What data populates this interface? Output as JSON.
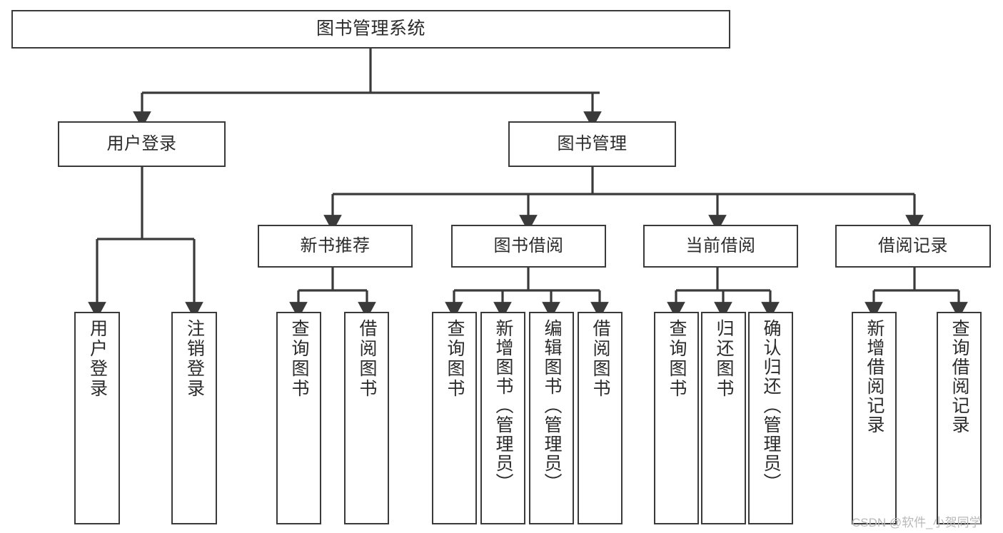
{
  "diagram": {
    "title": "图书管理系统",
    "type": "function-structure-tree",
    "root": {
      "label": "图书管理系统"
    },
    "level2": [
      {
        "label": "用户登录"
      },
      {
        "label": "图书管理"
      }
    ],
    "level3": [
      {
        "label": "新书推荐"
      },
      {
        "label": "图书借阅"
      },
      {
        "label": "当前借阅"
      },
      {
        "label": "借阅记录"
      }
    ],
    "leaves": {
      "user_login": [
        {
          "label": "用户登录"
        },
        {
          "label": "注销登录"
        }
      ],
      "new_book_recommend": [
        {
          "label": "查询图书"
        },
        {
          "label": "借阅图书"
        }
      ],
      "book_borrow": [
        {
          "label": "查询图书"
        },
        {
          "label": "新增图书（管理员）"
        },
        {
          "label": "编辑图书（管理员）"
        },
        {
          "label": "借阅图书"
        }
      ],
      "current_borrow": [
        {
          "label": "查询图书"
        },
        {
          "label": "归还图书"
        },
        {
          "label": "确认归还（管理员）"
        }
      ],
      "borrow_record": [
        {
          "label": "新增借阅记录"
        },
        {
          "label": "查询借阅记录"
        }
      ]
    }
  },
  "watermark": {
    "text": "CSDN @软件_小贺同学"
  },
  "colors": {
    "stroke": "#3a3a3a",
    "fill": "#ffffff",
    "text": "#2b2b2b",
    "watermark": "#b9b9b9"
  }
}
